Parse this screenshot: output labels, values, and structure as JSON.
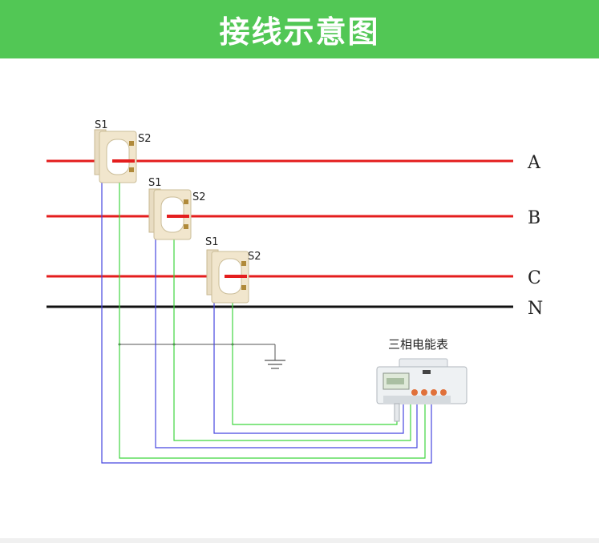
{
  "header": {
    "title": "接线示意图"
  },
  "lines": {
    "phases": [
      {
        "label": "A"
      },
      {
        "label": "B"
      },
      {
        "label": "C"
      },
      {
        "label": "N"
      }
    ]
  },
  "ct": [
    {
      "s1": "S1",
      "s2": "S2"
    },
    {
      "s1": "S1",
      "s2": "S2"
    },
    {
      "s1": "S1",
      "s2": "S2"
    }
  ],
  "meter": {
    "label": "三相电能表"
  },
  "colors": {
    "header": "#52c755",
    "phase_line": "#e41d1d",
    "neutral_line": "#111111",
    "wire_blue": "#4646e0",
    "wire_green": "#3fd63f",
    "ground_wire": "#555555"
  }
}
